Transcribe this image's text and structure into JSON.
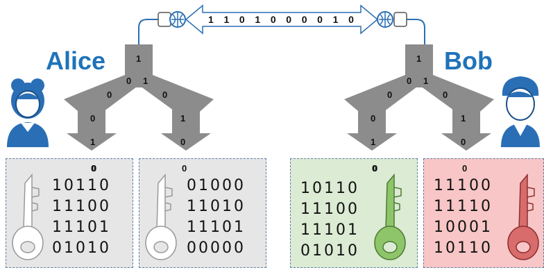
{
  "users": {
    "alice": {
      "name": "Alice"
    },
    "bob": {
      "name": "Bob"
    }
  },
  "channel": {
    "bits": [
      "1",
      "1",
      "0",
      "1",
      "0",
      "0",
      "0",
      "0",
      "1",
      "0"
    ]
  },
  "trees": {
    "alice": {
      "root": "1",
      "level2": [
        "0",
        "1"
      ],
      "level3": [
        "0",
        "0"
      ],
      "leftBranch": [
        "0",
        "1",
        "0"
      ],
      "rightBranch": [
        "1",
        "0"
      ]
    },
    "bob": {
      "root": "1",
      "level2": [
        "0",
        "1"
      ],
      "level3": [
        "0",
        "0"
      ],
      "leftBranch": [
        "0",
        "1",
        "0"
      ],
      "rightBranch": [
        "1",
        "0"
      ]
    }
  },
  "panels": [
    {
      "id": "alice-left",
      "label": "0",
      "lines": [
        "10110",
        "11100",
        "11101",
        "01010"
      ],
      "key_color": "gray"
    },
    {
      "id": "alice-right",
      "label": "0",
      "lines": [
        "01000",
        "11010",
        "11101",
        "00000"
      ],
      "key_color": "gray"
    },
    {
      "id": "bob-left",
      "label": "0",
      "lines": [
        "10110",
        "11100",
        "11101",
        "01010"
      ],
      "key_color": "green"
    },
    {
      "id": "bob-right",
      "label": "0",
      "lines": [
        "11100",
        "11110",
        "10001",
        "10110"
      ],
      "key_color": "red"
    }
  ],
  "colors": {
    "accent_blue": "#1f73b9",
    "panel_gray": "#e6e6e6",
    "panel_green": "#dcebd3",
    "panel_red": "#f8c6c6",
    "key_gray": "#ffffff",
    "key_green": "#8fc56a",
    "key_red": "#d86b6b",
    "tree_gray": "#8c8c8c"
  }
}
